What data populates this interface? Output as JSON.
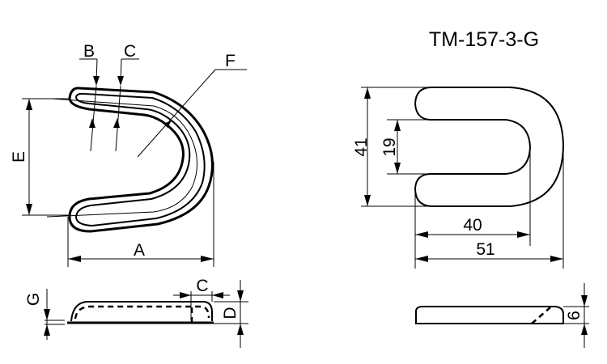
{
  "title": "TM-157-3-G",
  "generic_drawing": {
    "top_view_labels": {
      "B": "B",
      "C": "C",
      "F": "F",
      "E": "E",
      "A": "A"
    },
    "side_view_labels": {
      "G": "G",
      "C": "C",
      "D": "D"
    }
  },
  "specific_drawing": {
    "top_view_dimensions": {
      "outer_height": "41",
      "inner_gap": "19",
      "inner_length": "40",
      "outer_length": "51"
    },
    "side_view_dimensions": {
      "thickness": "6"
    }
  },
  "colors": {
    "line": "#000000",
    "background": "#ffffff"
  }
}
